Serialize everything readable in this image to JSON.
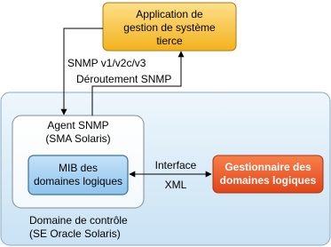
{
  "app_box": {
    "lines": [
      "Application de",
      "gestion de système",
      "tierce"
    ],
    "fill_color": "#f5bd2a"
  },
  "arrows": {
    "down_label": "SNMP v1/v2c/v3",
    "up_label": "Déroutement SNMP"
  },
  "control_domain": {
    "lines": [
      "Domaine de contrôle",
      "(SE Oracle Solaris)"
    ],
    "fill_color": "#d6eaf8"
  },
  "agent_box": {
    "lines": [
      "Agent SNMP",
      "(SMA Solaris)"
    ]
  },
  "mib_box": {
    "lines": [
      "MIB des",
      "domaines logiques"
    ],
    "fill_color": "#a9d3f3"
  },
  "interface": {
    "lines": [
      "Interface",
      "XML"
    ]
  },
  "manager_box": {
    "lines": [
      "Gestionnaire des",
      "domaines logiques"
    ],
    "fill_color": "#e8501e"
  }
}
